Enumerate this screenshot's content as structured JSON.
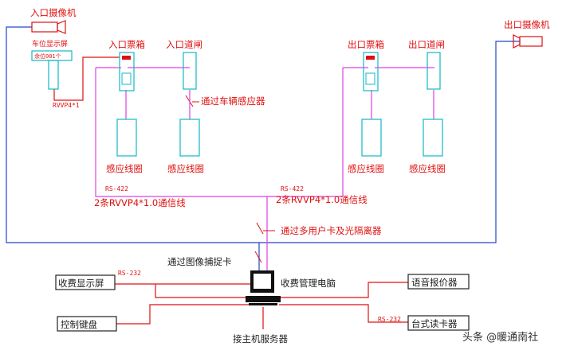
{
  "labels": {
    "entry_camera": "入口摄像机",
    "exit_camera": "出口摄像机",
    "space_display": "车位显示屏",
    "space_display_screen": "余位001个",
    "display_cable": "RVVP4*1",
    "entry_ticket_box": "入口票箱",
    "entry_gate": "入口道闸",
    "exit_ticket_box": "出口票箱",
    "exit_gate": "出口道闸",
    "vehicle_sensor_note": "通过车辆感应器",
    "loop_1": "感应线圈",
    "loop_2": "感应线圈",
    "loop_3": "感应线圈",
    "loop_4": "感应线圈",
    "rs422_left": "RS-422",
    "rs422_right": "RS-422",
    "comm_line_left": "2条RVVP4*1.0通信线",
    "comm_line_right": "2条RVVP4*1.0通信线",
    "isolator_note": "通过多用户卡及光隔离器",
    "capture_card_note": "通过图像捕捉卡",
    "pc_label": "收费管理电脑",
    "rs232_left": "RS-232",
    "rs232_right": "RS-232",
    "fee_display": "收费显示屏",
    "keyboard": "控制键盘",
    "voice": "语音报价器",
    "card_reader": "台式读卡器",
    "server": "接主机服务器",
    "watermark": "头条 @暖通南社"
  },
  "colors": {
    "video_line": "#2646c8",
    "comm_line": "#e040e0",
    "control_line": "#e01010",
    "device": "#10b8c8",
    "label_red": "#e01010"
  },
  "icons": [
    "camera-icon",
    "computer-icon"
  ]
}
